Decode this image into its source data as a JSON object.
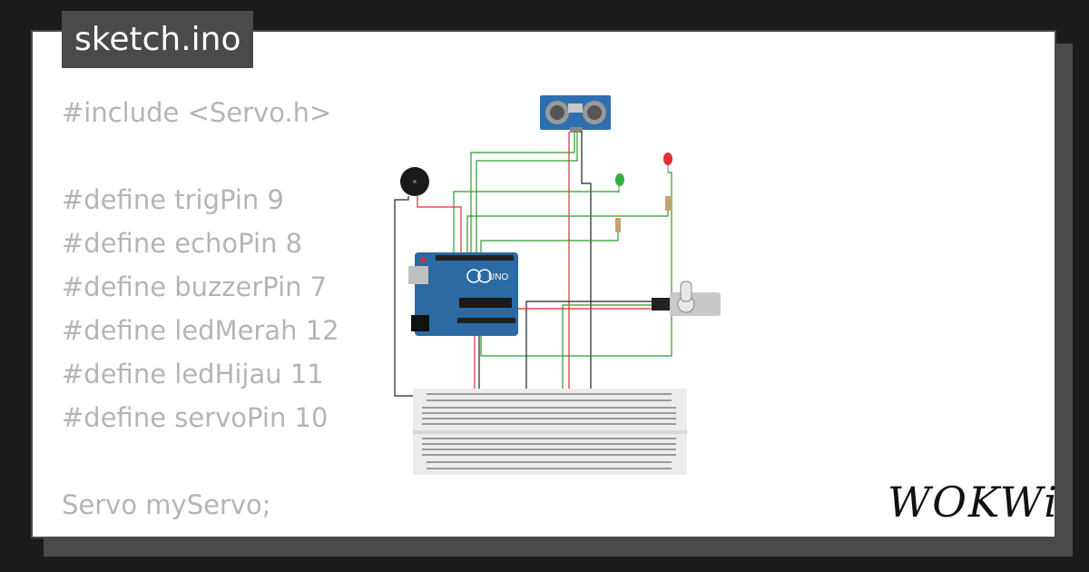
{
  "file": {
    "title": "sketch.ino"
  },
  "code": {
    "lines": [
      "#include <Servo.h>",
      "",
      "#define trigPin 9",
      "#define echoPin 8",
      "#define buzzerPin 7",
      "#define ledMerah 12",
      "#define ledHijau 11",
      "#define servoPin 10",
      "",
      "Servo myServo;"
    ]
  },
  "arduino": {
    "label": "UNO"
  },
  "brand": {
    "logo_text": "WOKWi"
  },
  "colors": {
    "background": "#1b1b1b",
    "card": "#ffffff",
    "tab": "#4a4a4a",
    "code_text": "#b5b5b5",
    "arduino_board": "#2b6aa3",
    "sensor_board": "#2f6fb0",
    "wire_green": "#2e9a2e",
    "wire_red": "#d83030",
    "wire_black": "#222222",
    "led_red": "#e03030",
    "led_green": "#30b040"
  }
}
